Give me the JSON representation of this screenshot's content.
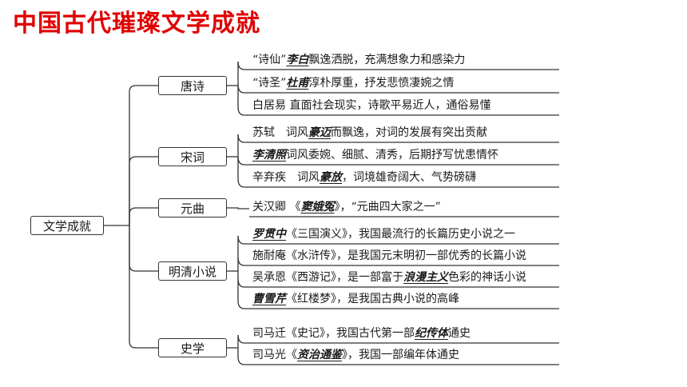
{
  "title": "中国古代璀璨文学成就",
  "root": "文学成就",
  "branches": [
    {
      "label": "唐诗",
      "items": [
        [
          {
            "t": "“诗仙”"
          },
          {
            "t": "李白",
            "em": true
          },
          {
            "t": "飘逸洒脱，充满想象力和感染力"
          }
        ],
        [
          {
            "t": "“诗圣”"
          },
          {
            "t": "杜甫",
            "em": true
          },
          {
            "t": "淳朴厚重，抒发悲愤凄婉之情"
          }
        ],
        [
          {
            "t": "白居易 直面社会现实，诗歌平易近人，通俗易懂"
          }
        ]
      ]
    },
    {
      "label": "宋词",
      "items": [
        [
          {
            "t": "苏轼　词风"
          },
          {
            "t": "豪迈",
            "em": true
          },
          {
            "t": "而飘逸，对词的发展有突出贡献"
          }
        ],
        [
          {
            "t": "李清照",
            "em": true
          },
          {
            "t": "词风委婉、细腻、清秀，后期抒写忧患情怀"
          }
        ],
        [
          {
            "t": "辛弃疾　词风"
          },
          {
            "t": "豪放",
            "em": true
          },
          {
            "t": "，词境雄奇阔大、气势磅礴"
          }
        ]
      ]
    },
    {
      "label": "元曲",
      "items": [
        [
          {
            "t": "关汉卿 《"
          },
          {
            "t": "窦娥冤",
            "em": true
          },
          {
            "t": "》，“元曲四大家之一”"
          }
        ]
      ]
    },
    {
      "label": "明清小说",
      "items": [
        [
          {
            "t": "罗贯中",
            "em": true
          },
          {
            "t": "《三国演义》，我国最流行的长篇历史小说之一"
          }
        ],
        [
          {
            "t": "施耐庵《水浒传》，是我国元末明初一部优秀的长篇小说"
          }
        ],
        [
          {
            "t": "吴承恩《西游记》，是一部富于"
          },
          {
            "t": "浪漫主义",
            "em": true
          },
          {
            "t": "色彩的神话小说"
          }
        ],
        [
          {
            "t": "曹雪芹",
            "em": true
          },
          {
            "t": "《红楼梦》，是我国古典小说的高峰"
          }
        ]
      ]
    },
    {
      "label": "史学",
      "items": [
        [
          {
            "t": "司马迁《史记》，我国古代第一部"
          },
          {
            "t": "纪传体",
            "em": true
          },
          {
            "t": "通史"
          }
        ],
        [
          {
            "t": "司马光《"
          },
          {
            "t": "资治通鉴",
            "em": true
          },
          {
            "t": "》，我国一部编年体通史"
          }
        ]
      ]
    }
  ]
}
